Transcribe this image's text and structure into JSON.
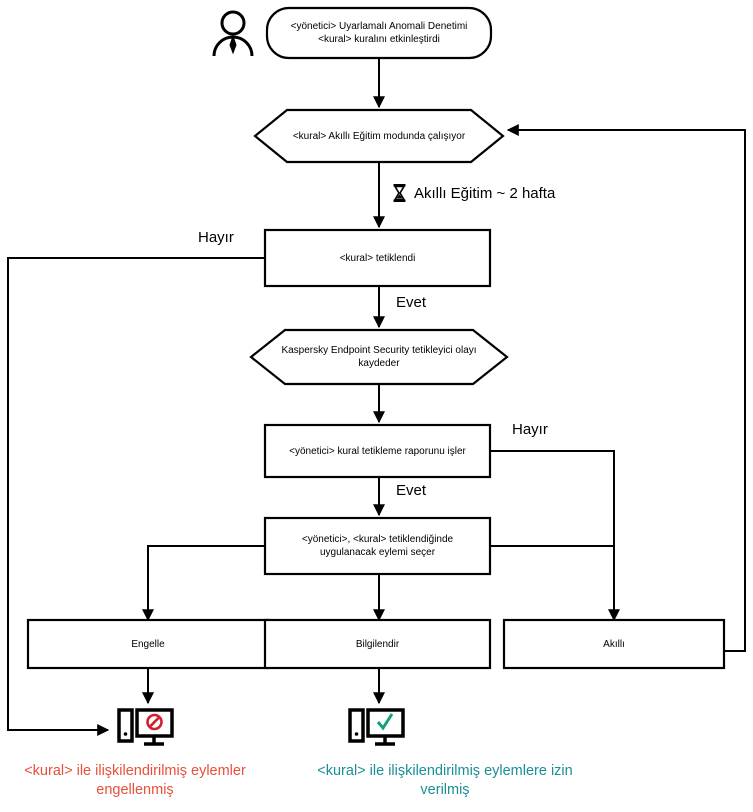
{
  "diagram": {
    "title": "Adaptive Anomaly Control rule flow",
    "colors": {
      "stroke": "#000000",
      "blocked_text": "#e8503a",
      "allowed_text": "#1a8f96",
      "deny_icon": "#d32030",
      "check_icon": "#12a17e"
    },
    "nodes": {
      "actor": {
        "icon": "user-icon"
      },
      "start": {
        "shape": "rounded-rectangle",
        "line1": "<yönetici> Uyarlamalı Anomali Denetimi",
        "line2": "<kural> kuralını etkinleştirdi"
      },
      "smart_mode": {
        "shape": "hexagon",
        "line1": "<kural> Akıllı Eğitim modunda çalışıyor"
      },
      "rule_triggered": {
        "shape": "rectangle",
        "line1": "<kural> tetiklendi"
      },
      "log_event": {
        "shape": "hexagon",
        "line1": "Kaspersky Endpoint Security tetikleyici olayı",
        "line2": "kaydeder"
      },
      "process_report": {
        "shape": "rectangle",
        "line1": "<yönetici> kural tetikleme raporunu işler"
      },
      "select_action": {
        "shape": "rectangle",
        "line1": "<yönetici>, <kural> tetiklendiğinde",
        "line2": "uygulanacak eylemi seçer"
      },
      "block": {
        "shape": "rectangle",
        "line1": "Engelle"
      },
      "inform": {
        "shape": "rectangle",
        "line1": "Bilgilendir"
      },
      "smart": {
        "shape": "rectangle",
        "line1": "Akıllı"
      }
    },
    "timer": {
      "icon": "hourglass-icon",
      "label": "Akıllı Eğitim ~ 2 hafta"
    },
    "edge_labels": {
      "triggered_no": "Hayır",
      "triggered_yes": "Evet",
      "report_no": "Hayır",
      "report_yes": "Evet"
    },
    "outcome_icons": {
      "blocked": "monitor-blocked-icon",
      "allowed": "monitor-allowed-icon"
    },
    "captions": {
      "blocked_line1": "<kural> ile ilişkilendirilmiş eylemler",
      "blocked_line2": "engellenmiş",
      "allowed_line1": "<kural> ile ilişkilendirilmiş eylemlere izin",
      "allowed_line2": "verilmiş"
    }
  }
}
